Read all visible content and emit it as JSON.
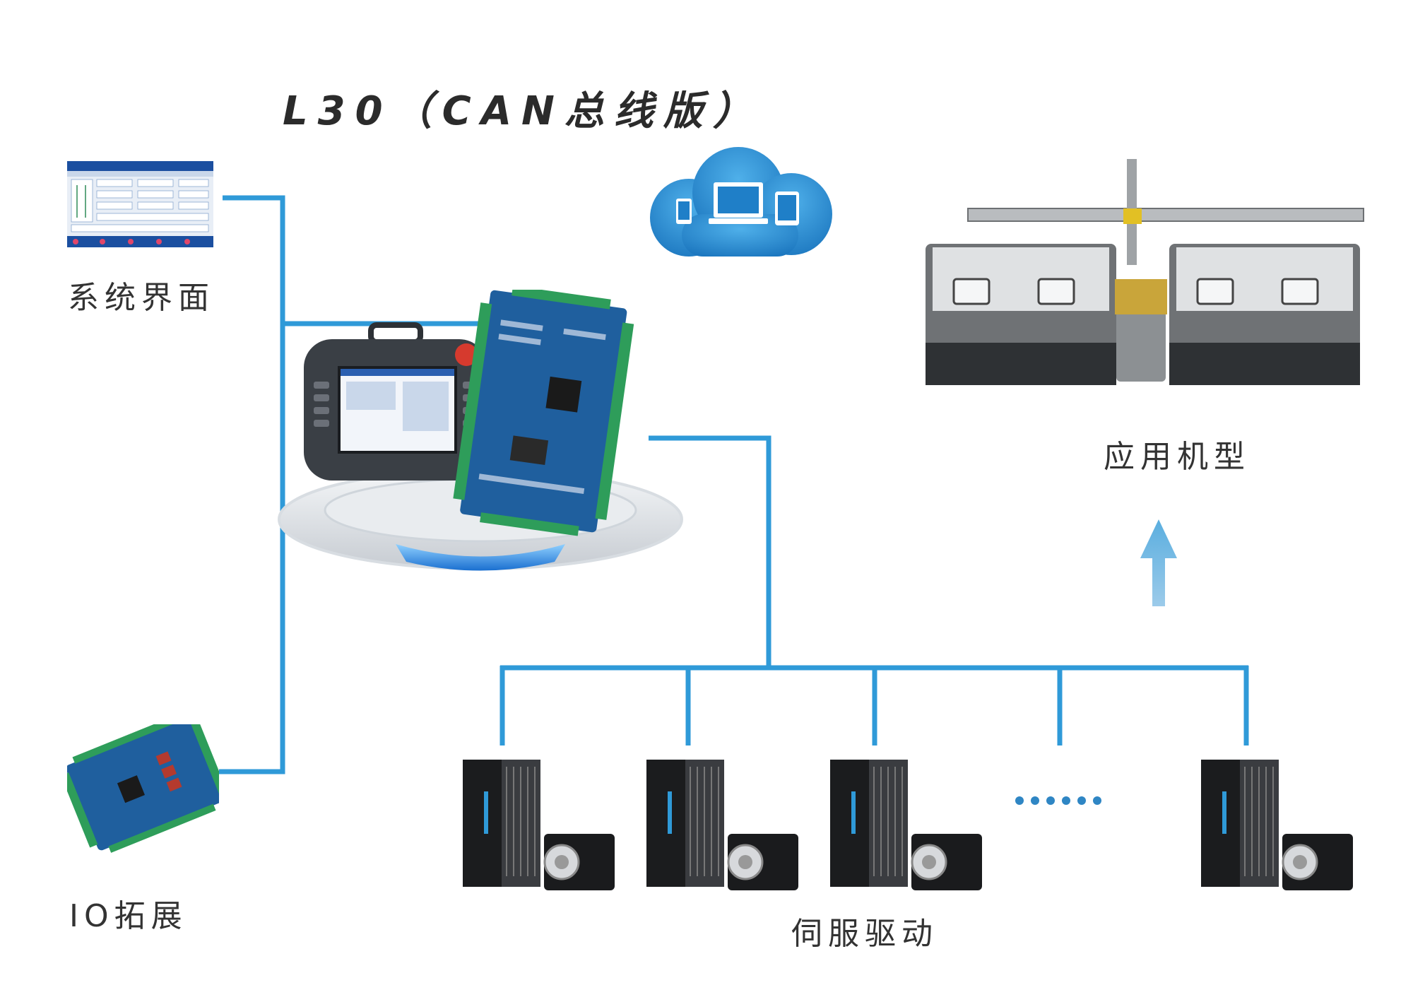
{
  "title": "L30（CAN总线版）",
  "labels": {
    "system_ui": "系统界面",
    "io_expansion": "IO拓展",
    "servo_drive": "伺服驱动",
    "application": "应用机型"
  },
  "colors": {
    "bus_line": "#2f9ad8",
    "cloud": "#2a8fd2",
    "arrow": "#4ba3d6",
    "board_green": "#2e9d5a",
    "board_blue": "#1f5f9e"
  }
}
